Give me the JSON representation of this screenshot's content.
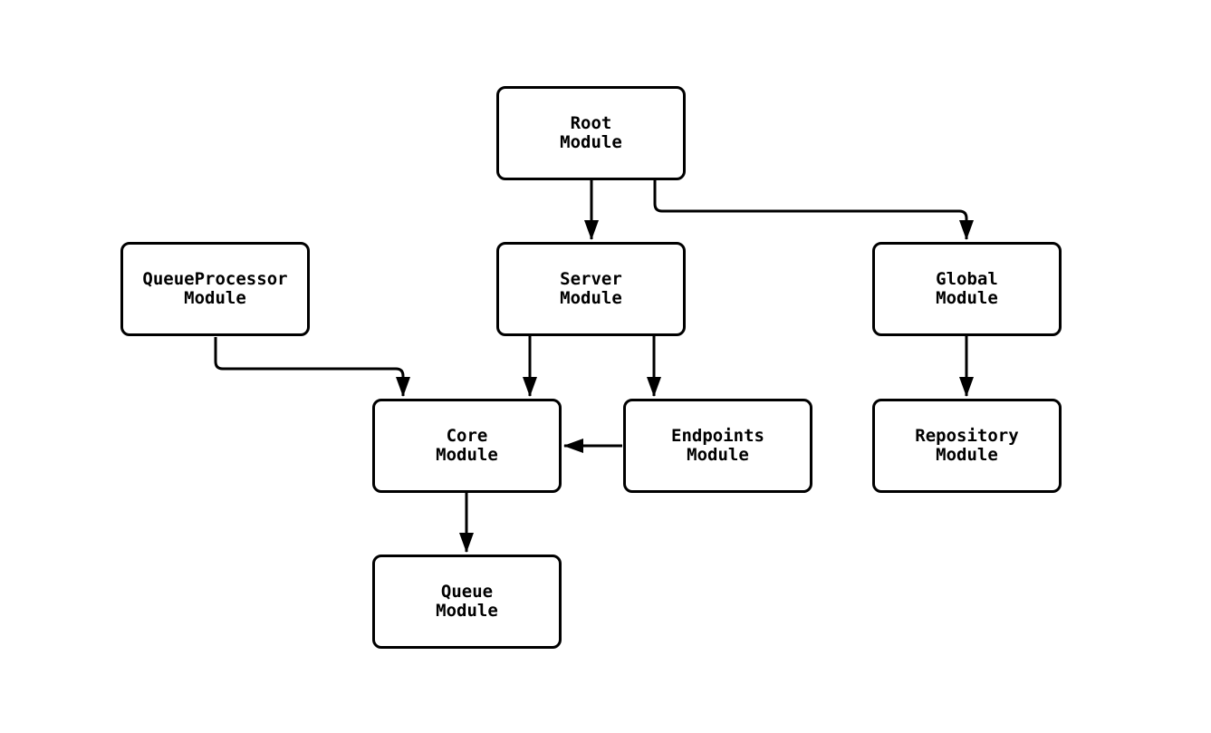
{
  "diagram": {
    "type": "flowchart",
    "colors": {
      "background": "#ffffff",
      "node_fill": "#ffffff",
      "node_border": "#000000",
      "edge": "#000000",
      "text": "#000000"
    },
    "nodes": [
      {
        "id": "root",
        "label": "Root\nModule"
      },
      {
        "id": "queueprocessor",
        "label": "QueueProcessor\nModule"
      },
      {
        "id": "server",
        "label": "Server\nModule"
      },
      {
        "id": "global",
        "label": "Global\nModule"
      },
      {
        "id": "core",
        "label": "Core\nModule"
      },
      {
        "id": "endpoints",
        "label": "Endpoints\nModule"
      },
      {
        "id": "repository",
        "label": "Repository\nModule"
      },
      {
        "id": "queue",
        "label": "Queue\nModule"
      }
    ],
    "edges": [
      {
        "from": "Root Module",
        "to": "Server Module"
      },
      {
        "from": "Root Module",
        "to": "Global Module"
      },
      {
        "from": "QueueProcessor Module",
        "to": "Core Module"
      },
      {
        "from": "Server Module",
        "to": "Core Module"
      },
      {
        "from": "Server Module",
        "to": "Endpoints Module"
      },
      {
        "from": "Endpoints Module",
        "to": "Core Module"
      },
      {
        "from": "Global Module",
        "to": "Repository Module"
      },
      {
        "from": "Core Module",
        "to": "Queue Module"
      }
    ]
  }
}
